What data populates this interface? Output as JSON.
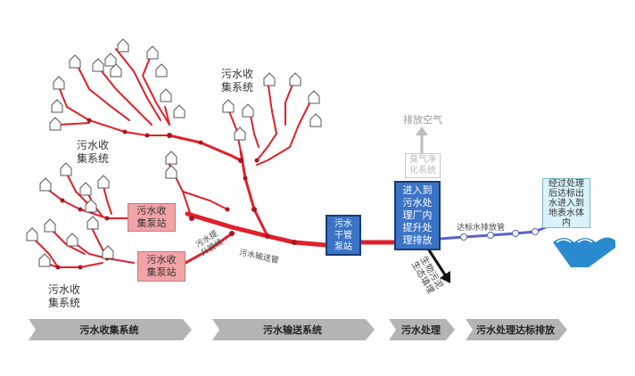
{
  "labels": {
    "collection_top": "污水收\n集系统",
    "collection_mid": "污水收\n集系统",
    "collection_bottom": "污水收\n集系统",
    "pump_1": "污水收\n集泵站",
    "pump_2": "污水收\n集泵站",
    "lift_pipe": "污水提\n升管线",
    "transport_pipe": "污水输送管",
    "trunk_pump": "污水\n干管\n泵站",
    "plant": "进入到\n污水处\n理厂内\n提升处\n理排放",
    "odor": "臭气净\n化系统",
    "air_discharge": "排放空气",
    "sludge": "生物污泥\n生态填埋",
    "discharge_pipe": "达标水排放管",
    "river": "经过处理\n后达标出\n水进入到\n地表水体\n内"
  },
  "stages": [
    "污水收集系统",
    "污水输送系统",
    "污水处理",
    "污水处理达标排放"
  ],
  "colors": {
    "pipe": "#e0202a",
    "pump_box": "#f1a3a6",
    "plant_box": "#3b73c6",
    "discharge_line": "#5a63c8",
    "water": "#2a8ad0",
    "stage_bar": "#b4b4b4"
  }
}
